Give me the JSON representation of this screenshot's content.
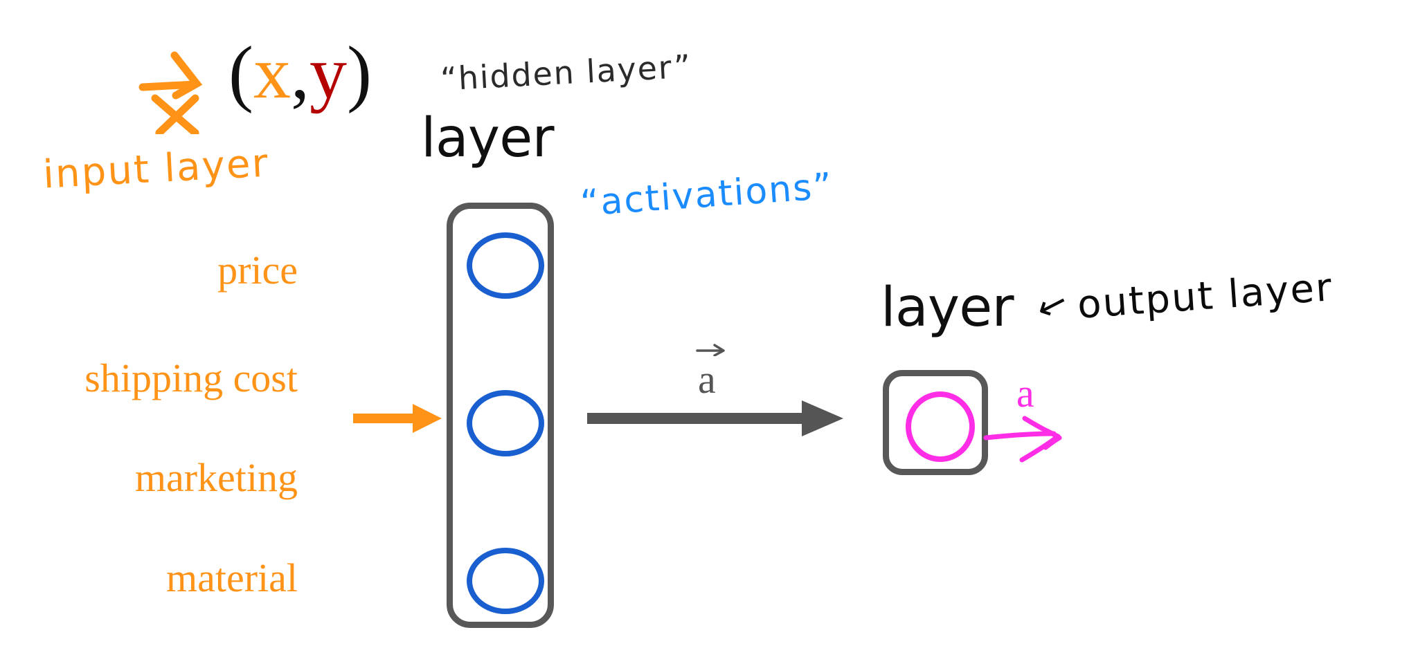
{
  "diagram": {
    "title_symbols": {
      "input_vector_symbol": "x",
      "tuple_open": "(",
      "tuple_x": "x",
      "tuple_comma": ",",
      "tuple_y": "y",
      "tuple_close": ")"
    },
    "annotations": {
      "input_layer": "input layer",
      "hidden_layer_quoted": "“hidden layer”",
      "activations_quoted": "“activations”",
      "output_layer_hand": "output layer",
      "output_arrow_glyph": "↙"
    },
    "labels": {
      "layer_hidden": "layer",
      "layer_output": "layer",
      "activation_vector": "a",
      "activation_scalar": "a"
    },
    "input_features": [
      "price",
      "shipping cost",
      "marketing",
      "material"
    ],
    "hidden_layer": {
      "neuron_count": 3,
      "neuron_color": "#1A5FD0",
      "box_color": "#585858"
    },
    "output_layer": {
      "neuron_count": 1,
      "neuron_color": "#FF2EE6",
      "box_color": "#585858"
    },
    "colors": {
      "orange": "#FF9317",
      "dark_red": "#B50000",
      "blue": "#1A5FD0",
      "light_blue": "#1A8CFF",
      "magenta": "#FF2EE6",
      "gray": "#585858",
      "black": "#0f0f0f",
      "background": "#FFFFFF"
    }
  }
}
